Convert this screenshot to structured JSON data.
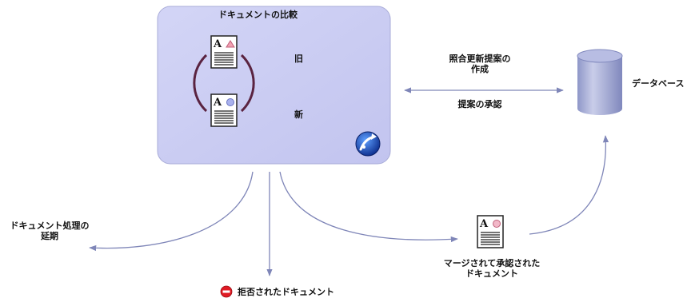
{
  "diagram": {
    "title": "ドキュメントの比較",
    "labels": {
      "old": "旧",
      "new": "新",
      "reconcile_line1": "照合更新提案の",
      "reconcile_line2": "作成",
      "approve": "提案の承認",
      "database": "データベース",
      "postpone_line1": "ドキュメント処理の",
      "postpone_line2": "延期",
      "merged_line1": "マージされて承認された",
      "merged_line2": "ドキュメント",
      "rejected": "拒否されたドキュメント"
    },
    "icons": {
      "document_old": "document-icon",
      "document_new": "document-icon",
      "document_merged": "document-icon",
      "compare_logo": "compare-logo-icon",
      "database": "database-cylinder-icon",
      "rejected": "no-entry-icon"
    },
    "colors": {
      "panel_fill": "#c8caf2",
      "panel_stroke": "#a9acd8",
      "cycle_arc": "#5a2340",
      "arrow": "#7f86b8",
      "rejected_red": "#e01b24",
      "database_body": "#9aa2d2"
    }
  }
}
